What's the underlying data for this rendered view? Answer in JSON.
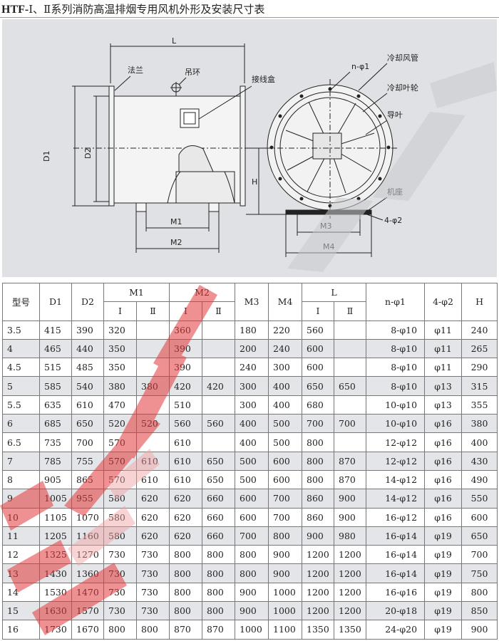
{
  "title": {
    "prefix": "HTF-",
    "text": "Ⅰ、Ⅱ系列消防高温排烟专用风机外形及安装尺寸表"
  },
  "diagram": {
    "labels": {
      "L": "L",
      "flange": "法兰",
      "ring": "吊环",
      "junction_box": "接线盒",
      "D1": "D1",
      "D2": "D2",
      "M1": "M1",
      "M2": "M2",
      "H": "H",
      "n_phi1": "n-φ1",
      "cooling_duct": "冷却风管",
      "cooling_impeller": "冷却叶轮",
      "guide_vane": "导叶",
      "base": "机座",
      "four_phi2": "4-φ2",
      "M3": "M3",
      "M4": "M4"
    }
  },
  "table": {
    "headers": {
      "model": "型号",
      "D1": "D1",
      "D2": "D2",
      "M1": "M1",
      "M2": "M2",
      "M3": "M3",
      "M4": "M4",
      "L": "L",
      "n_phi1": "n-φ1",
      "four_phi2": "4-φ2",
      "H": "H",
      "sub_I": "Ⅰ",
      "sub_II": "Ⅱ"
    },
    "rows": [
      [
        "3.5",
        "415",
        "390",
        "320",
        "",
        "360",
        "",
        "180",
        "220",
        "560",
        "",
        "8-φ10",
        "φ11",
        "240"
      ],
      [
        "4",
        "465",
        "440",
        "350",
        "",
        "390",
        "",
        "200",
        "240",
        "600",
        "",
        "8-φ10",
        "φ11",
        "265"
      ],
      [
        "4.5",
        "515",
        "485",
        "350",
        "",
        "390",
        "",
        "240",
        "300",
        "600",
        "",
        "8-φ10",
        "φ11",
        "290"
      ],
      [
        "5",
        "585",
        "540",
        "380",
        "380",
        "420",
        "420",
        "300",
        "400",
        "650",
        "650",
        "8-φ10",
        "φ13",
        "315"
      ],
      [
        "5.5",
        "635",
        "610",
        "470",
        "",
        "510",
        "",
        "300",
        "400",
        "680",
        "",
        "10-φ10",
        "φ13",
        "355"
      ],
      [
        "6",
        "685",
        "650",
        "520",
        "520",
        "560",
        "560",
        "400",
        "500",
        "700",
        "700",
        "10-φ10",
        "φ16",
        "380"
      ],
      [
        "6.5",
        "735",
        "700",
        "570",
        "",
        "610",
        "",
        "400",
        "500",
        "800",
        "",
        "12-φ12",
        "φ16",
        "400"
      ],
      [
        "7",
        "785",
        "755",
        "570",
        "610",
        "610",
        "650",
        "500",
        "600",
        "800",
        "870",
        "12-φ12",
        "φ16",
        "430"
      ],
      [
        "8",
        "905",
        "865",
        "570",
        "610",
        "610",
        "650",
        "500",
        "600",
        "800",
        "870",
        "14-φ12",
        "φ16",
        "490"
      ],
      [
        "9",
        "1005",
        "955",
        "580",
        "620",
        "620",
        "660",
        "600",
        "700",
        "860",
        "900",
        "14-φ12",
        "φ16",
        "550"
      ],
      [
        "10",
        "1105",
        "1070",
        "580",
        "620",
        "620",
        "660",
        "600",
        "700",
        "860",
        "900",
        "16-φ12",
        "φ16",
        "600"
      ],
      [
        "11",
        "1205",
        "1160",
        "580",
        "620",
        "620",
        "660",
        "700",
        "800",
        "900",
        "980",
        "16-φ14",
        "φ19",
        "650"
      ],
      [
        "12",
        "1325",
        "1270",
        "730",
        "730",
        "800",
        "800",
        "800",
        "900",
        "1200",
        "1200",
        "16-φ14",
        "φ19",
        "700"
      ],
      [
        "13",
        "1430",
        "1360",
        "730",
        "730",
        "800",
        "800",
        "800",
        "900",
        "1200",
        "1200",
        "16-φ14",
        "φ19",
        "750"
      ],
      [
        "14",
        "1530",
        "1470",
        "730",
        "730",
        "800",
        "800",
        "900",
        "1000",
        "1200",
        "1200",
        "16-φ16",
        "φ19",
        "800"
      ],
      [
        "15",
        "1630",
        "1570",
        "730",
        "730",
        "800",
        "800",
        "900",
        "1000",
        "1200",
        "1200",
        "20-φ18",
        "φ19",
        "850"
      ],
      [
        "16",
        "1730",
        "1670",
        "800",
        "800",
        "870",
        "870",
        "1000",
        "1100",
        "1350",
        "1350",
        "24-φ20",
        "φ19",
        "900"
      ]
    ]
  },
  "colors": {
    "watermark": "#e2393a",
    "diagram_bg": "#dfe1e4",
    "row_alt": "#e4e5e8"
  }
}
